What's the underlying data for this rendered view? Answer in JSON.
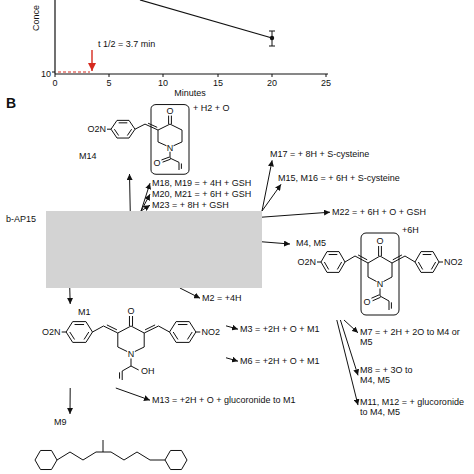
{
  "diagram": {
    "nodes": [
      {
        "text": [
          "M14",
          "+ H2 + O"
        ]
      },
      {
        "text": [
          "M17 = + 8H + S-cysteine"
        ]
      },
      {
        "text": [
          "M15, M16 = + 6H + S-cysteine"
        ]
      },
      {
        "text": [
          "M18, M19 = + 4H + GSH"
        ]
      },
      {
        "text": [
          "M20, M21 = + 6H + GSH"
        ]
      },
      {
        "text": [
          "M22 = + 6H + O + GSH"
        ]
      },
      {
        "text": [
          "M23 = + 8H + GSH"
        ]
      },
      {
        "text": [
          "b-AP15"
        ]
      },
      {
        "text": [
          "M4, M5",
          "+6H"
        ]
      },
      {
        "text": [
          "M2 = +4H"
        ]
      },
      {
        "text": [
          "M1"
        ]
      },
      {
        "text": [
          "M3 = +2H + O + M1"
        ]
      },
      {
        "text": [
          "M7 = + 2H + 2O to M4 or M5"
        ]
      },
      {
        "text": [
          "M6 = +2H + O + M1"
        ]
      },
      {
        "text": [
          "M8 = + 3O to M4, M5"
        ]
      },
      {
        "text": [
          "M13 = +2H + O + glucoronide to M1"
        ]
      },
      {
        "text": [
          "M11, M12 = + glucoronide to M4, M5"
        ]
      },
      {
        "text": [
          "M9"
        ]
      }
    ],
    "edges": [
      {
        "from": 7,
        "to": 0,
        "arrow": "to"
      },
      {
        "from": 7,
        "to": 1,
        "arrow": "to"
      },
      {
        "from": 7,
        "to": 2,
        "arrow": "to"
      },
      {
        "from": 7,
        "to": 3,
        "arrow": "to"
      },
      {
        "from": 7,
        "to": 4,
        "arrow": "to"
      },
      {
        "from": 7,
        "to": 5,
        "arrow": "to"
      },
      {
        "from": 7,
        "to": 6,
        "arrow": "to"
      },
      {
        "from": 7,
        "to": 8,
        "arrow": "to"
      },
      {
        "from": 7,
        "to": 9,
        "arrow": "to"
      },
      {
        "from": 7,
        "to": 10,
        "arrow": "to"
      },
      {
        "from": 10,
        "to": 11,
        "arrow": "to"
      },
      {
        "from": 8,
        "to": 12,
        "arrow": "to"
      },
      {
        "from": 10,
        "to": 13,
        "arrow": "to"
      },
      {
        "from": 8,
        "to": 14,
        "arrow": "to"
      },
      {
        "from": 10,
        "to": 15,
        "arrow": "to"
      },
      {
        "from": 8,
        "to": 16,
        "arrow": "to"
      },
      {
        "from": 10,
        "to": 17,
        "arrow": "to"
      }
    ],
    "labels": [
      "Conce",
      "t 1/2 = 3.7 min",
      "10",
      "0",
      "5",
      "10",
      "15",
      "20",
      "25",
      "Minutes",
      "B",
      "O2N",
      "O",
      "N",
      "O",
      "O2N",
      "O",
      "NO2",
      "N",
      "O",
      "O2N",
      "O",
      "NO2",
      "N",
      "O",
      "O2N",
      "O",
      "NO2",
      "N",
      "OH"
    ]
  }
}
